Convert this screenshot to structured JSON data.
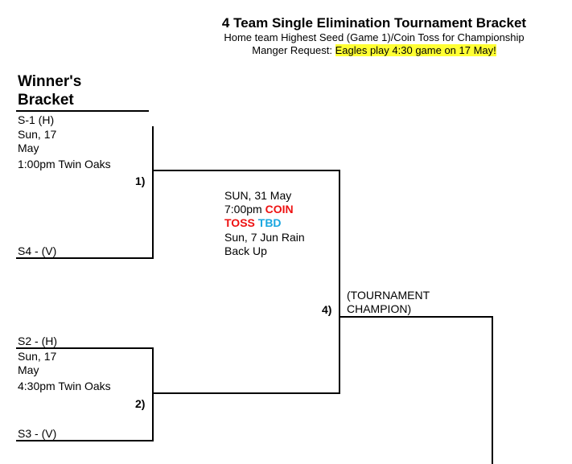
{
  "header": {
    "title": "4 Team Single Elimination Tournament Bracket",
    "subtitle": "Home team Highest Seed (Game 1)/Coin Toss for Championship",
    "request_label": "Manger Request: ",
    "request_highlight": "Eagles play 4:30 game on 17 May!"
  },
  "bracket_title_line1": "Winner's",
  "bracket_title_line2": "Bracket",
  "game1": {
    "home": "S-1 (H)",
    "date_line1": "Sun, 17",
    "date_line2": "May",
    "time_location": "1:00pm Twin Oaks",
    "number": "1)",
    "visitor": "S4 - (V)"
  },
  "game2": {
    "home": "S2 - (H)",
    "date_line1": "Sun, 17",
    "date_line2": "May",
    "time_location": "4:30pm Twin Oaks",
    "number": "2)",
    "visitor": "S3 - (V)"
  },
  "final": {
    "date": "SUN, 31 May",
    "time": "7:00pm ",
    "coin": "COIN",
    "toss": "TOSS",
    "tbd": "TBD",
    "rain_line1": "Sun, 7 Jun Rain",
    "rain_line2": "Back Up",
    "number": "4)"
  },
  "champion_line1": "(TOURNAMENT",
  "champion_line2": "CHAMPION)",
  "colors": {
    "highlight": "#ffff33",
    "coin_toss": "#ee1111",
    "tbd": "#1aa7e0"
  }
}
